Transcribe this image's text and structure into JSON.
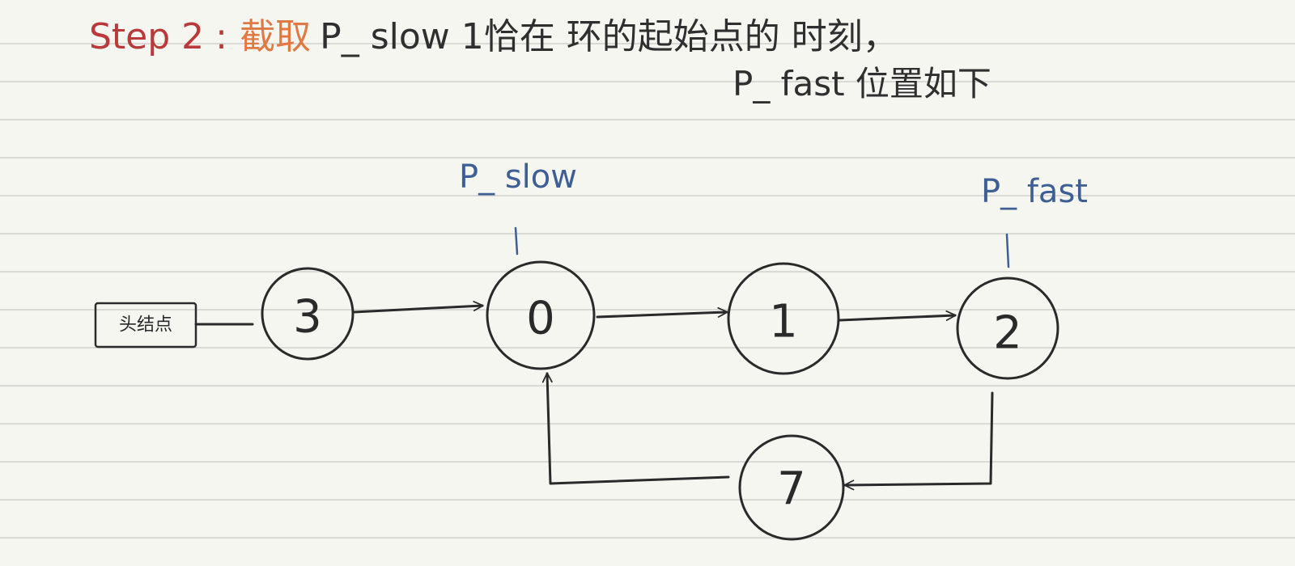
{
  "title": {
    "step": "Step 2 :",
    "highlight": "截取",
    "rest": "P_ slow 1恰在 环的起始点的 时刻，"
  },
  "subtitle": "P_ fast 位置如下",
  "head_node_label": "头结点",
  "nodes": [
    {
      "id": "n3",
      "label": "3"
    },
    {
      "id": "n0",
      "label": "0"
    },
    {
      "id": "n1",
      "label": "1"
    },
    {
      "id": "n2",
      "label": "2"
    },
    {
      "id": "n7",
      "label": "7"
    }
  ],
  "pointers": {
    "slow": "P_ slow",
    "fast": "P_ fast"
  },
  "colors": {
    "step": "#b93a3a",
    "highlight": "#e07a45",
    "ink": "#2a2a2a",
    "pointer": "#3e5f94"
  }
}
